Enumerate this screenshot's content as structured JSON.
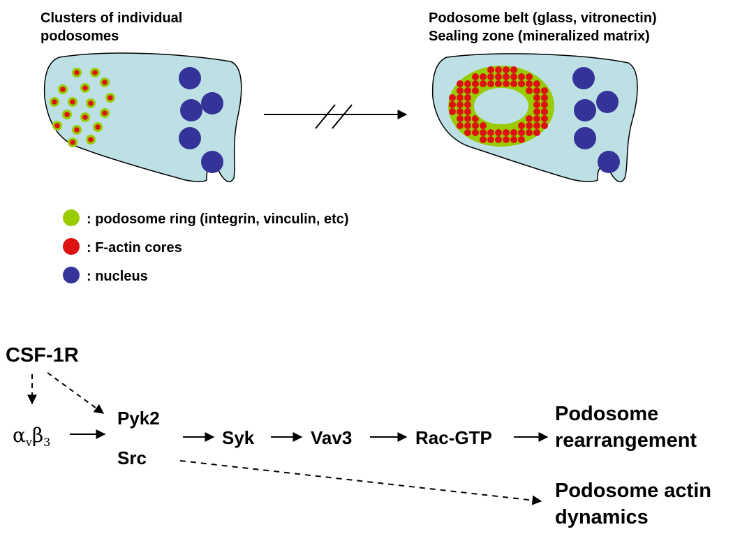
{
  "top": {
    "left_caption_lines": [
      "Clusters of individual",
      "podosomes"
    ],
    "right_caption_lines": [
      "Podosome belt (glass, vitronectin)",
      "Sealing zone (mineralized matrix)"
    ]
  },
  "legend": [
    {
      "label": ": podosome ring (integrin, vinculin, etc)",
      "color": "#99cc00"
    },
    {
      "label": ": F-actin cores",
      "color": "#dd1111"
    },
    {
      "label": ": nucleus",
      "color": "#333399"
    }
  ],
  "colors": {
    "cell_fill": "#bde0e4",
    "ring": "#99cc00",
    "core": "#dd1111",
    "nucleus": "#333399"
  },
  "pathway": {
    "csf1r": "CSF-1R",
    "integrin_alpha": "α",
    "integrin_v": "v",
    "integrin_beta": "β",
    "integrin_3": "3",
    "pyk2": "Pyk2",
    "src": "Src",
    "syk": "Syk",
    "vav3": "Vav3",
    "rac_gtp": "Rac-GTP",
    "outcome1_lines": [
      "Podosome",
      "rearrangement"
    ],
    "outcome2_lines": [
      "Podosome actin",
      "dynamics"
    ]
  }
}
